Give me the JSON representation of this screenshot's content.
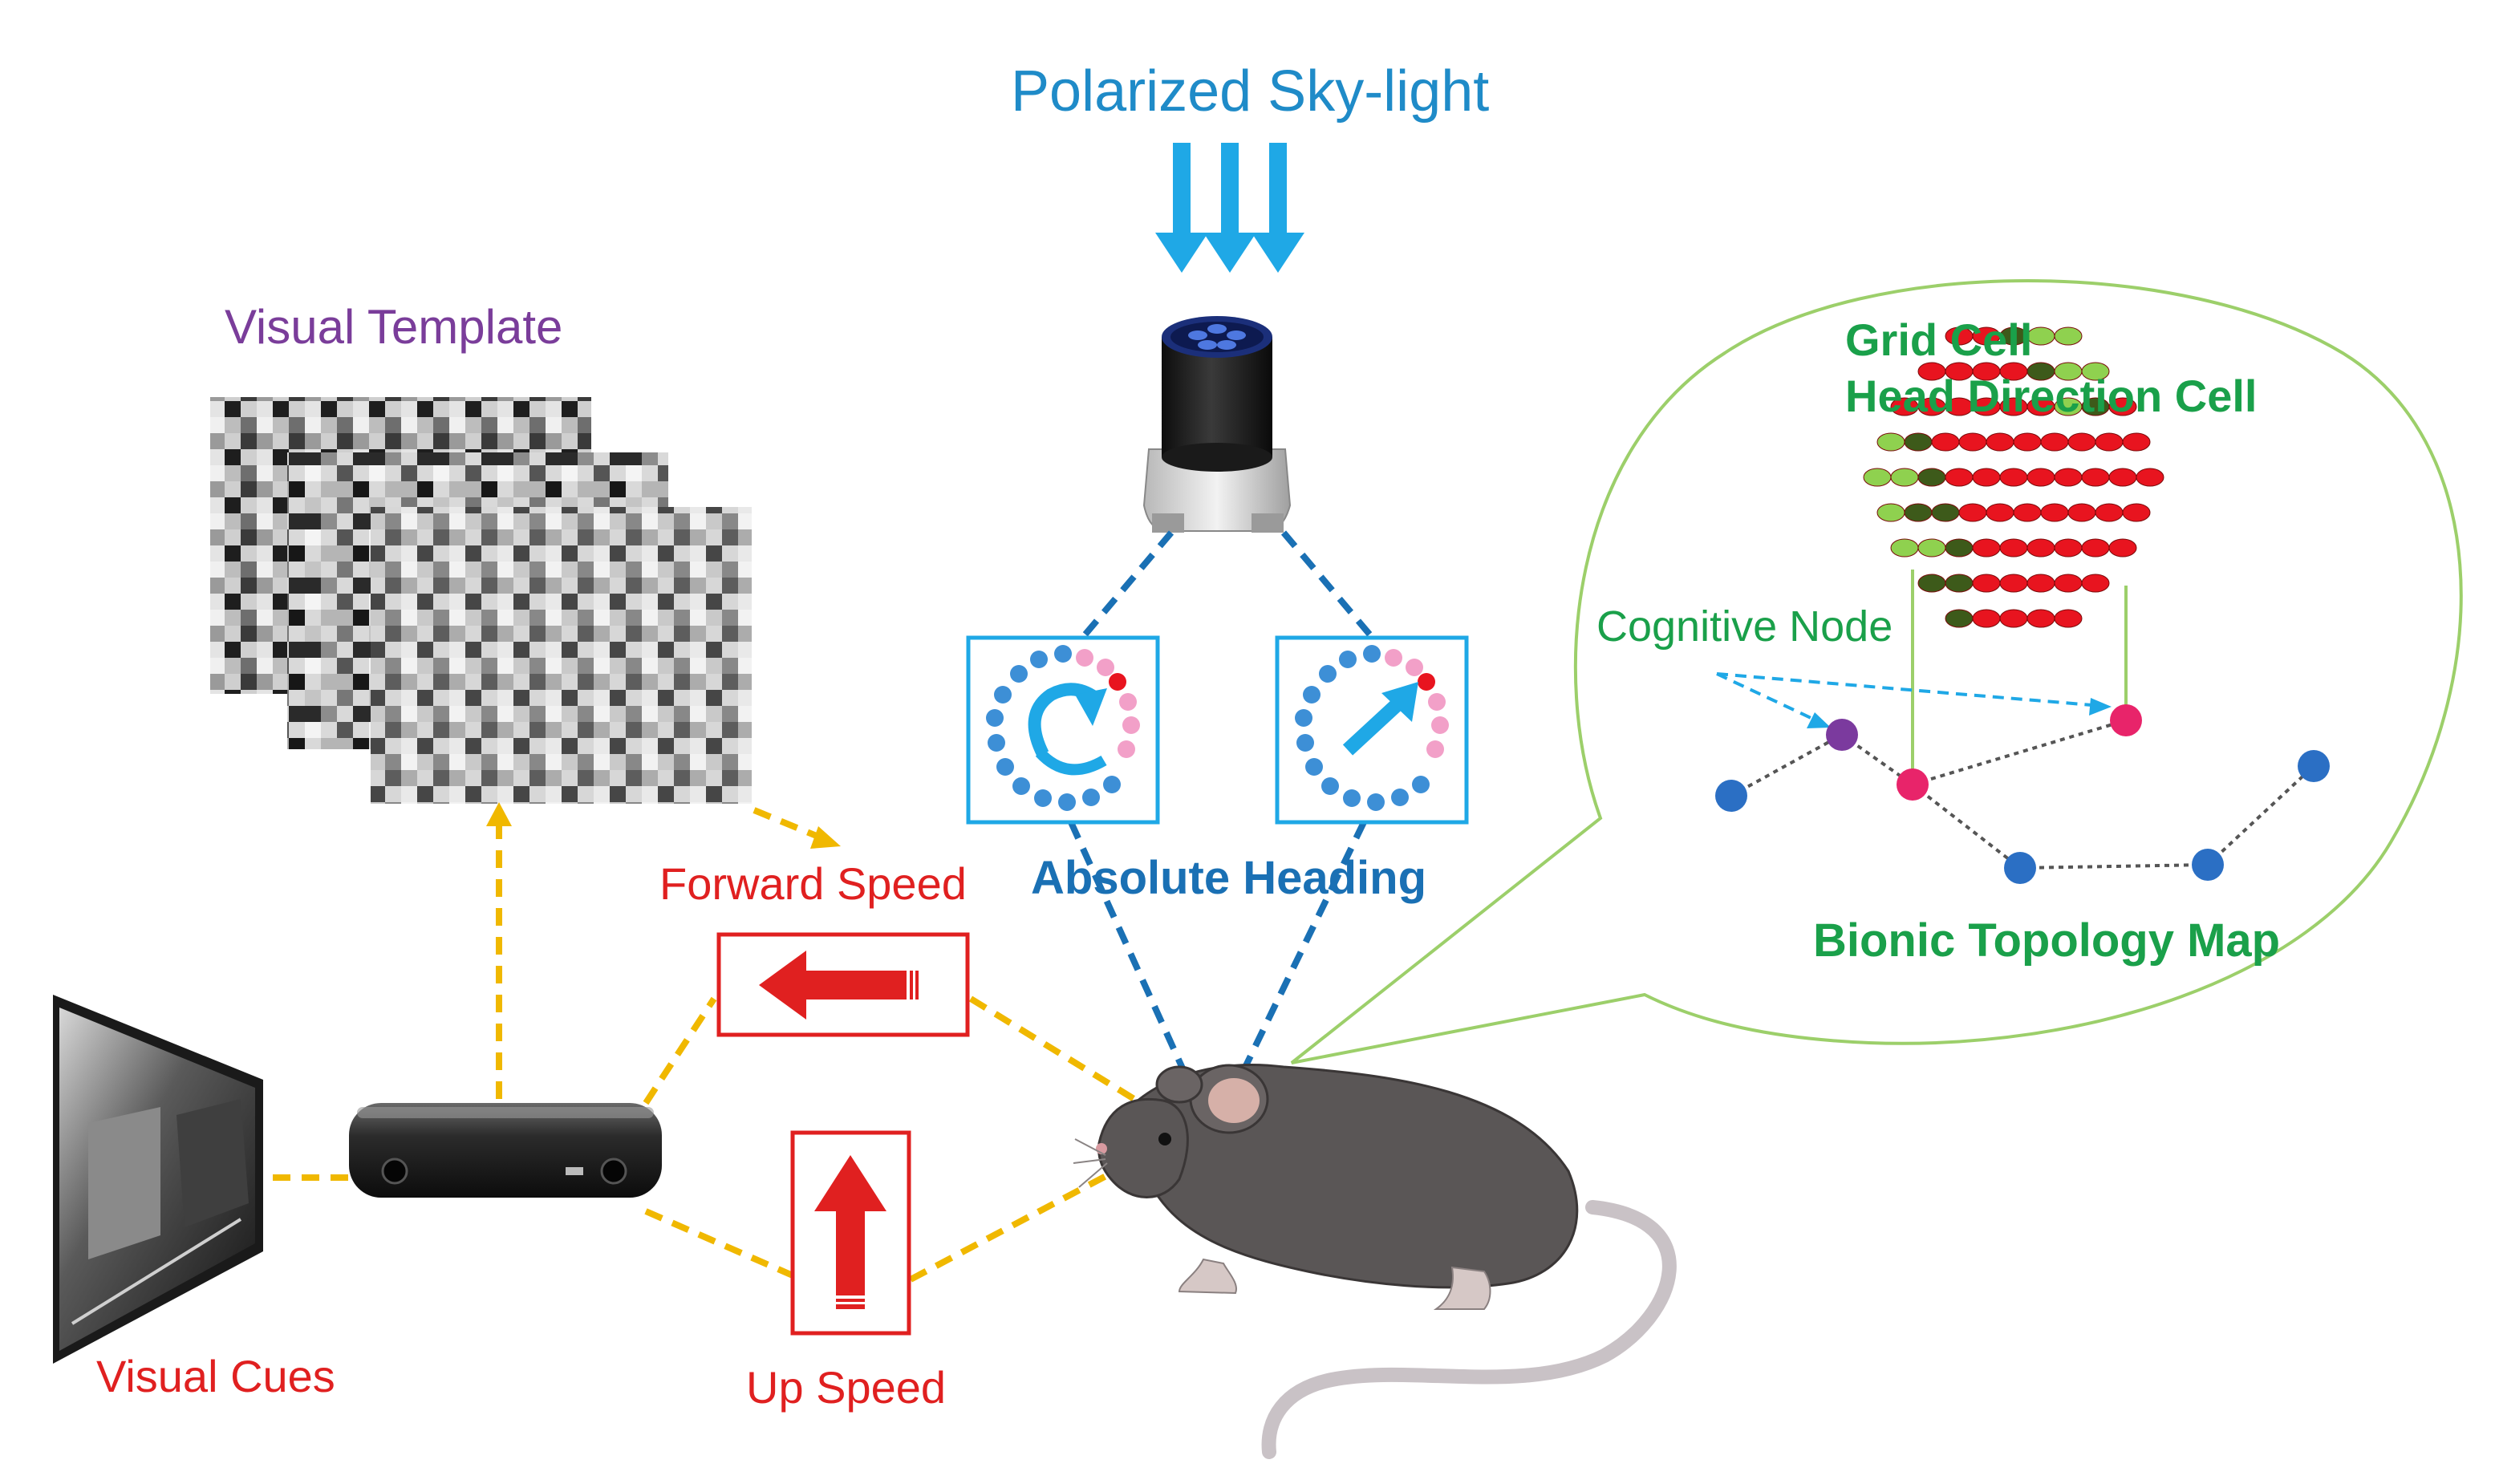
{
  "diagram": {
    "polarized_sky_light": "Polarized Sky-light",
    "visual_template": "Visual Template",
    "forward_speed": "Forward Speed",
    "absolute_heading": "Absolute Heading",
    "up_speed": "Up Speed",
    "visual_cues": "Visual Cues",
    "grid_cell": "Grid Cell",
    "head_direction_cell": "Head Direction Cell",
    "cognitive_node": "Cognitive Node",
    "bionic_topology_map": "Bionic Topology Map"
  },
  "colors": {
    "sky_blue": "#1fa8e6",
    "heading_blue": "#1a70b4",
    "speed_red": "#e02020",
    "template_purple": "#7a3d9a",
    "map_green": "#1aa04a",
    "link_yellow": "#f0b800",
    "bubble_green": "#9ccf6a"
  },
  "icons": [
    "sky-light-arrows-icon",
    "polarization-sensor-icon",
    "heading-dial-icon",
    "forward-arrow-icon",
    "up-arrow-icon",
    "stereo-camera-icon",
    "visual-cue-screen-icon",
    "mouse-illustration",
    "grid-cell-hexagon"
  ]
}
